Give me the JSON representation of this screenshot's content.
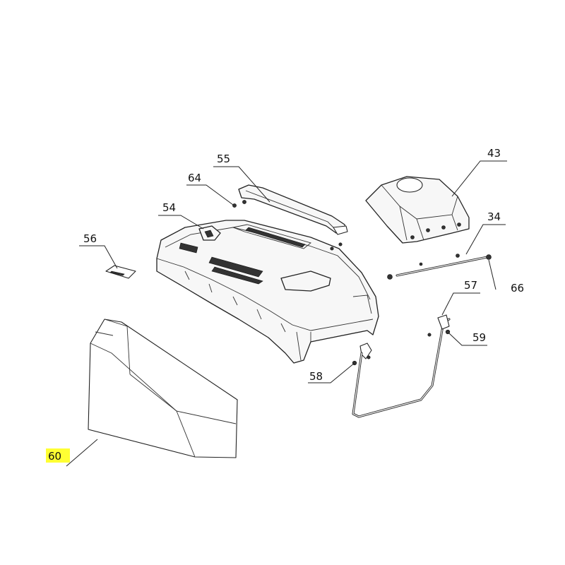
{
  "diagram": {
    "highlight_color": "#ffff33",
    "labels": {
      "p43": "43",
      "p34": "34",
      "p54": "54",
      "p55": "55",
      "p56": "56",
      "p57": "57",
      "p58": "58",
      "p59": "59",
      "p60": "60",
      "p64": "64",
      "p66": "66"
    },
    "highlighted_label": "60"
  }
}
